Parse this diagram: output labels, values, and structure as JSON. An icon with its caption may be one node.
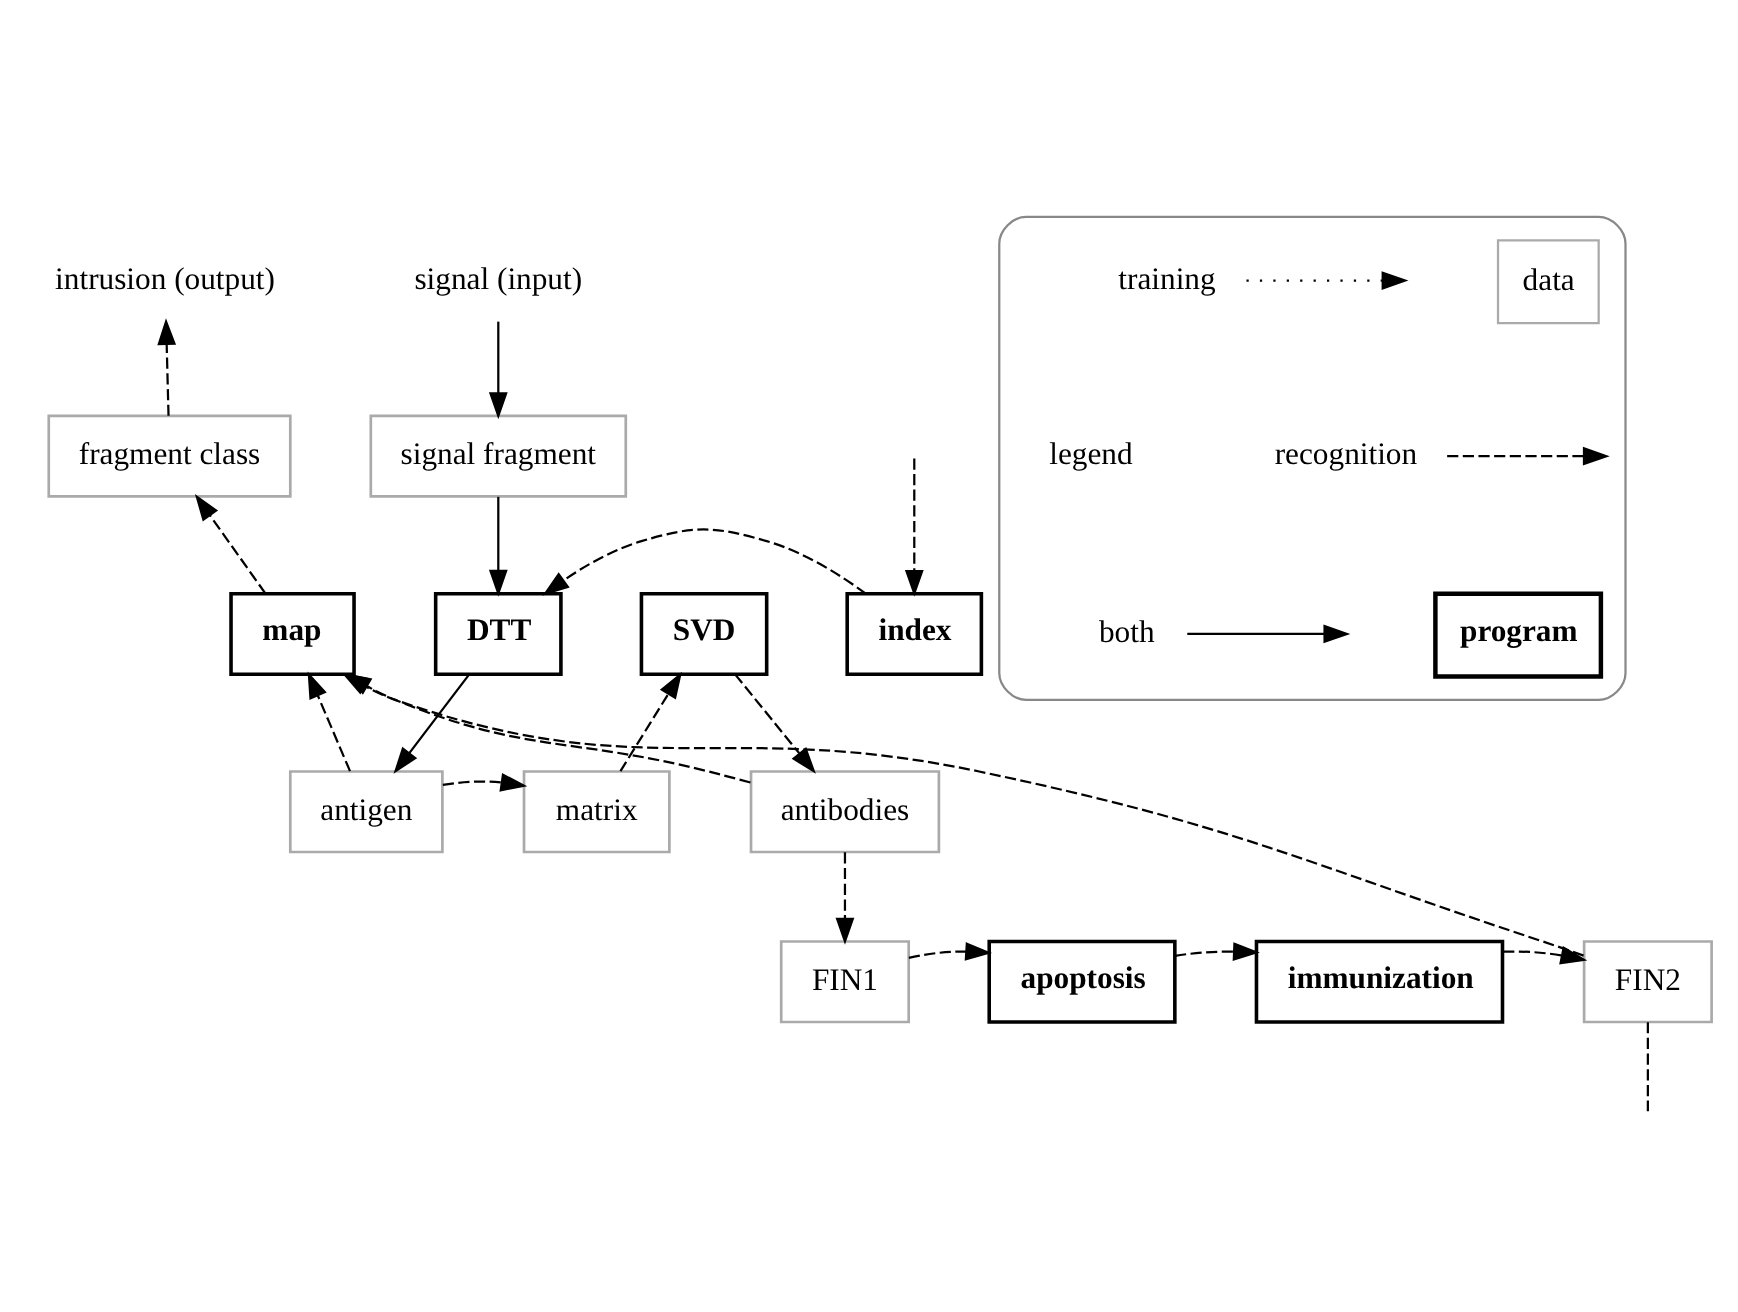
{
  "diagram": {
    "nodes": [
      {
        "text": [
          "intrusion (output)"
        ]
      },
      {
        "text": [
          "signal (input)"
        ]
      },
      {
        "text": [
          "fragment class"
        ]
      },
      {
        "text": [
          "signal fragment"
        ]
      },
      {
        "text": [
          "map"
        ]
      },
      {
        "text": [
          "DTT"
        ]
      },
      {
        "text": [
          "SVD"
        ]
      },
      {
        "text": [
          "index"
        ]
      },
      {
        "text": [
          "antigen"
        ]
      },
      {
        "text": [
          "matrix"
        ]
      },
      {
        "text": [
          "antibodies"
        ]
      },
      {
        "text": [
          "FIN2"
        ]
      },
      {
        "text": [
          "immunization"
        ]
      },
      {
        "text": [
          "apoptosis"
        ]
      },
      {
        "text": [
          "FIN1"
        ]
      },
      {
        "text": [
          "legend"
        ]
      }
    ],
    "edges": [
      {
        "from": 2,
        "to": 0,
        "arrow": "to",
        "style": "dashed"
      },
      {
        "from": 1,
        "to": 3,
        "arrow": "to"
      },
      {
        "from": 4,
        "to": 2,
        "arrow": "to",
        "style": "dashed"
      },
      {
        "from": 3,
        "to": 5,
        "arrow": "to"
      },
      {
        "from": 7,
        "to": 5,
        "arrow": "to",
        "style": "dashed"
      },
      {
        "from": null,
        "to": 7,
        "arrow": "to",
        "style": "dashed"
      },
      {
        "from": 5,
        "to": 8,
        "arrow": "to"
      },
      {
        "from": 8,
        "to": 4,
        "arrow": "to",
        "style": "dashed"
      },
      {
        "from": 9,
        "to": 6,
        "arrow": "to",
        "style": "dashed"
      },
      {
        "from": 8,
        "to": 9,
        "arrow": "to",
        "style": "dashed"
      },
      {
        "from": 6,
        "to": 10,
        "arrow": "to",
        "style": "dashed"
      },
      {
        "from": 10,
        "to": 4,
        "arrow": "to",
        "style": "dashed"
      },
      {
        "from": 11,
        "to": 4,
        "arrow": "to",
        "style": "dashed"
      },
      {
        "from": 10,
        "to": 14,
        "arrow": "to",
        "style": "dashed"
      },
      {
        "from": 14,
        "to": 13,
        "arrow": "to",
        "style": "dashed"
      },
      {
        "from": 13,
        "to": 12,
        "arrow": "to",
        "style": "dashed"
      },
      {
        "from": 12,
        "to": 11,
        "arrow": "to",
        "style": "dashed"
      },
      {
        "from": 11,
        "to": null,
        "arrow": "none",
        "style": "dashed"
      }
    ],
    "legend": [
      {
        "text": "training"
      },
      {
        "text": "recognition"
      },
      {
        "text": "both"
      },
      {
        "text": "data"
      },
      {
        "text": "program"
      }
    ]
  }
}
